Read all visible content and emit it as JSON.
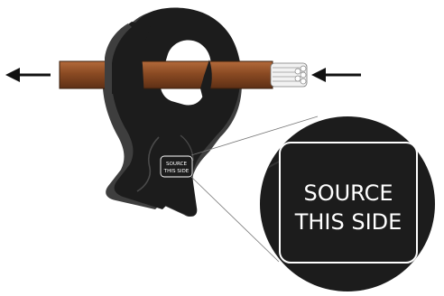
{
  "labels": {
    "small_line1": "SOURCE",
    "small_line2": "THIS SIDE",
    "large_line1": "SOURCE",
    "large_line2": "THIS SIDE"
  },
  "colors": {
    "clamp_body": "#1c1c1c",
    "clamp_side": "#3e3e3e",
    "conductor": "#8a4a23",
    "wire_strands": "#e6e6e6",
    "arrow": "#111111"
  },
  "icons": {
    "left_arrow": "arrow-left-icon",
    "right_arrow": "arrow-left-icon"
  }
}
